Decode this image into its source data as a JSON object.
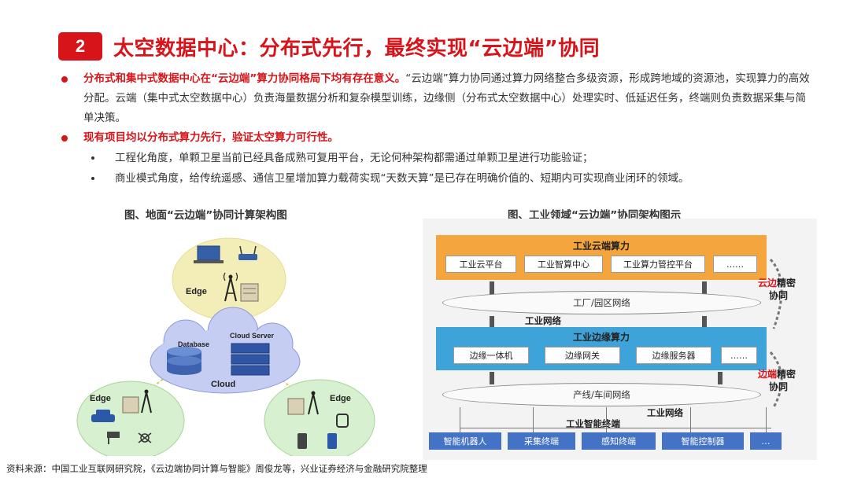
{
  "title": {
    "number": "2",
    "text": "太空数据中心：分布式先行，最终实现“云边端”协同"
  },
  "bullets": [
    {
      "lead": "分布式和集中式数据中心在“云边端”算力协同格局下均有存在意义。",
      "body": "“云边端”算力协同通过算力网络整合多级资源，形成跨地域的资源池，实现算力的高效分配。云端（集中式太空数据中心）负责海量数据分析和复杂模型训练，边缘侧（分布式太空数据中心）处理实时、低延迟任务，终端则负责数据采集与简单决策。"
    },
    {
      "lead": "现有项目均以分布式算力先行，验证太空算力可行性。",
      "body": ""
    }
  ],
  "sub_bullets": [
    "工程化角度，单颗卫星当前已经具备成熟可复用平台，无论何种架构都需通过单颗卫星进行功能验证；",
    "商业模式角度，给传统遥感、通信卫星增加算力载荷实现“天数天算”是已存在明确价值的、短期内可实现商业闭环的领域。"
  ],
  "captions": {
    "left": "图、地面“云边端”协同计算架构图",
    "right": "图、工业领域“云边端”协同架构图示"
  },
  "left_diagram": {
    "edge_top": "Edge",
    "database": "Database",
    "cloud_server": "Cloud Server",
    "cloud": "Cloud",
    "edge_left": "Edge",
    "edge_right": "Edge"
  },
  "right_diagram": {
    "cloud_title": "工业云端算力",
    "cloud_items": [
      "工业云平台",
      "工业智算中心",
      "工业算力管控平台",
      "……"
    ],
    "factory_net": "工厂/园区网络",
    "industrial_net_1": "工业网络",
    "edge_title": "工业边缘算力",
    "edge_items": [
      "边缘一体机",
      "边缘网关",
      "边缘服务器",
      "……"
    ],
    "line_net": "产线/车间网络",
    "industrial_net_2": "工业网络",
    "smart_terminal": "工业智能终端",
    "terminal_items": [
      "智能机器人",
      "采集终端",
      "感知终端",
      "智能控制器",
      "…"
    ],
    "side_top": {
      "red": "云边",
      "black1": "精密",
      "black2": "协同"
    },
    "side_bottom": {
      "red": "边端",
      "black1": "精密",
      "black2": "协同"
    },
    "colors": {
      "orange": "#f4a53d",
      "blue": "#3ea3d8",
      "terminal": "#4472c4"
    }
  },
  "source": "资料来源：中国工业互联网研究院，《云边端协同计算与智能》周俊龙等，兴业证券经济与金融研究院整理"
}
